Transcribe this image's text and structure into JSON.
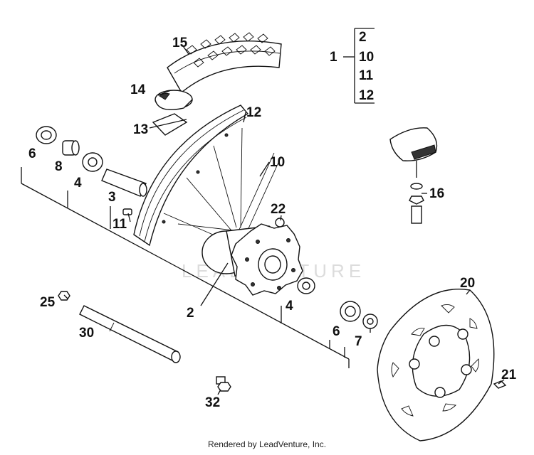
{
  "labels": {
    "l15": "15",
    "l14": "14",
    "l13": "13",
    "l12": "12",
    "l10": "10",
    "l6a": "6",
    "l8": "8",
    "l4a": "4",
    "l3": "3",
    "l11": "11",
    "l22": "22",
    "l16": "16",
    "l2": "2",
    "l4b": "4",
    "l6b": "6",
    "l7": "7",
    "l25": "25",
    "l30": "30",
    "l20": "20",
    "l21": "21",
    "l32": "32"
  },
  "bracket": {
    "parent": "1",
    "items": [
      "2",
      "10",
      "11",
      "12"
    ]
  },
  "watermark": "LEADVENTURE",
  "credit": "Rendered by LeadVenture, Inc."
}
